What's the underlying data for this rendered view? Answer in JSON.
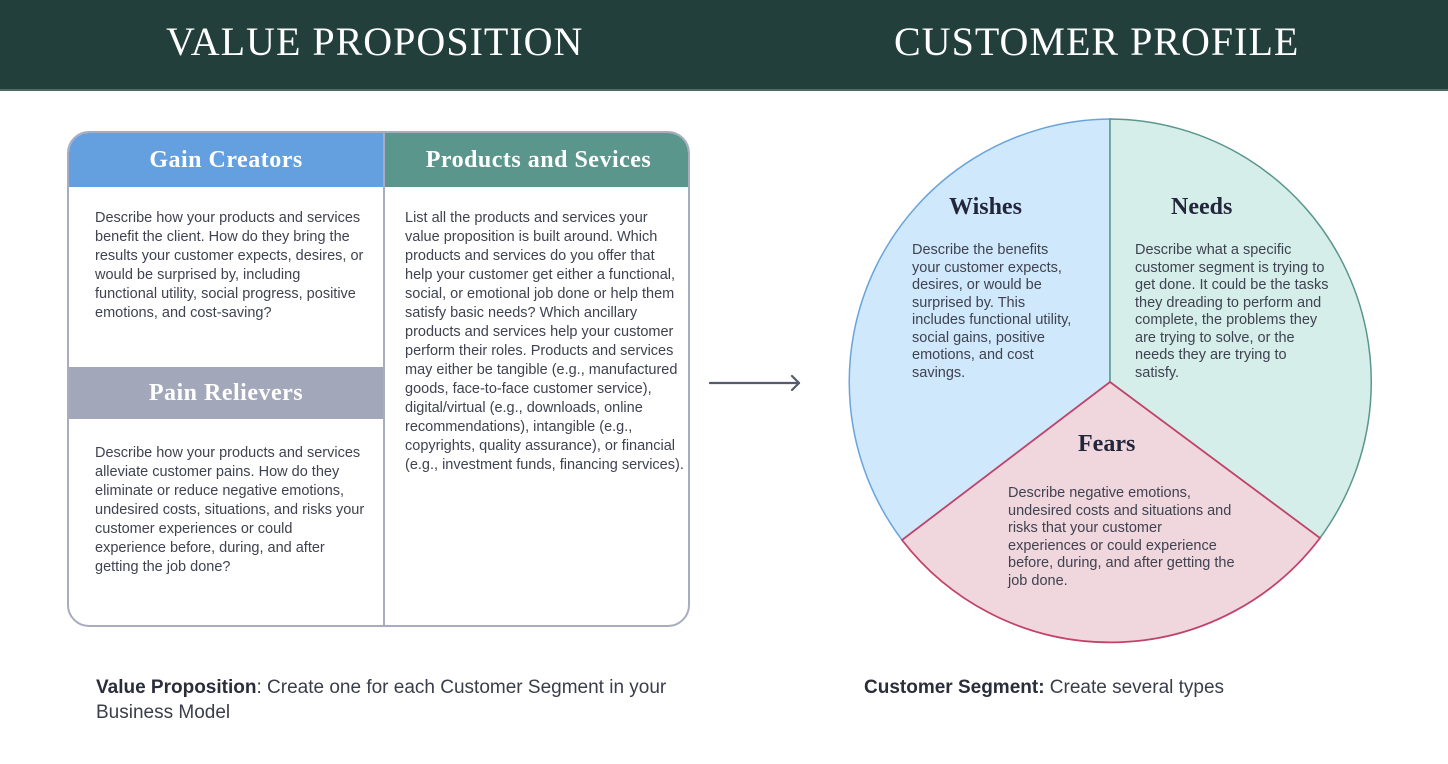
{
  "header": {
    "left_title": "VALUE PROPOSITION",
    "right_title": "CUSTOMER PROFILE"
  },
  "colors": {
    "header_bg": "#223f3c",
    "gain_creators": "#64a0e0",
    "products_services": "#5a968c",
    "pain_relievers": "#a2a8ba",
    "wishes_fill": "#cfe8fb",
    "needs_fill": "#d5eeea",
    "fears_fill": "#f0d6dd",
    "fears_stroke": "#c0436a"
  },
  "value_proposition": {
    "gain_creators": {
      "title": "Gain Creators",
      "text": "Describe how your products and services benefit the client. How do they bring the results your customer expects, desires, or would be surprised by, including functional utility, social progress, positive emotions, and cost-saving?"
    },
    "products_services": {
      "title": "Products and Sevices",
      "text": "List all the products and services your value proposition is built around. Which products and services do you offer that help your customer get either a functional, social, or emotional job done or help them satisfy basic needs? Which ancillary products and services help your customer perform their roles. Products and services may either be tangible (e.g., manufactured goods, face-to-face customer service), digital/virtual (e.g., downloads, online recommendations), intangible (e.g., copyrights, quality assurance), or financial (e.g., investment funds, financing services)."
    },
    "pain_relievers": {
      "title": "Pain Relievers",
      "text": "Describe how your products and services alleviate customer pains. How do they eliminate or reduce negative emotions, undesired costs, situations, and risks your customer experiences or could experience before, during, and after getting the job done?"
    }
  },
  "arrow_icon": "arrow-right-icon",
  "customer_profile": {
    "wishes": {
      "title": "Wishes",
      "text": "Describe the benefits your customer expects, desires, or would be surprised by. This includes functional utility, social gains, positive emotions, and cost savings."
    },
    "needs": {
      "title": "Needs",
      "text": "Describe what a specific customer segment is trying to get done. It could be the tasks they dreading to perform and complete, the problems they are trying to solve, or the needs they are trying to satisfy."
    },
    "fears": {
      "title": "Fears",
      "text": "Describe negative emotions, undesired costs and situations and risks that your customer experiences or could experience before, during, and after getting the job done."
    }
  },
  "footer": {
    "left_bold": "Value Proposition",
    "left_rest": ": Create one for each Customer Segment in your Business Model",
    "right_bold": "Customer Segment:",
    "right_rest": " Create several types"
  }
}
